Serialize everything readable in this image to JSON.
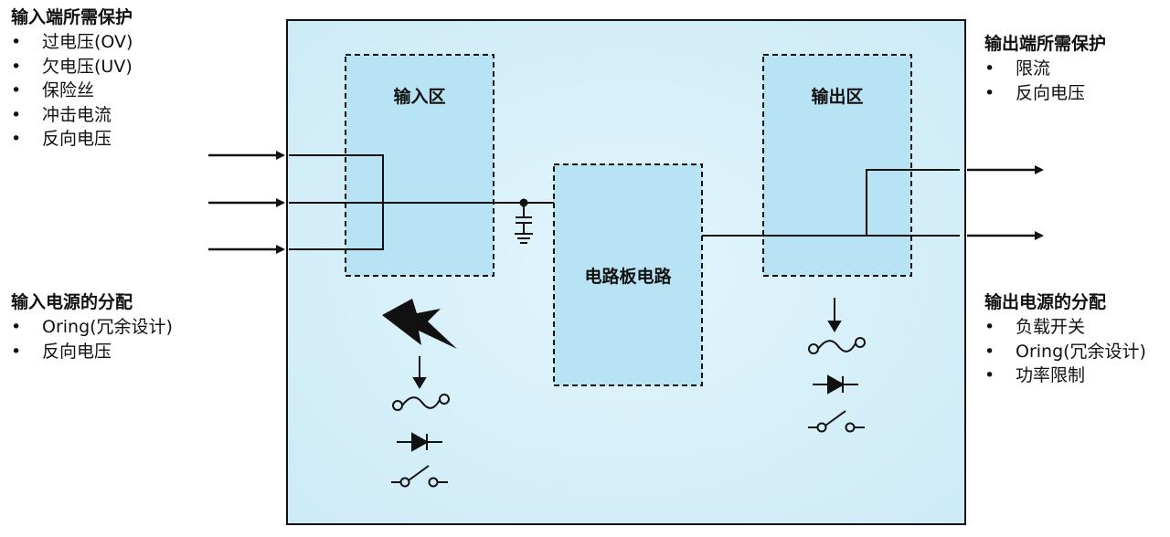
{
  "colors": {
    "board_fill": "#d8f0fa",
    "zone_fill": "#b5e2f4",
    "line": "#111111"
  },
  "input_protection": {
    "title": "输入端所需保护",
    "items": [
      "过电压(OV)",
      "欠电压(UV)",
      "保险丝",
      "冲击电流",
      "反向电压"
    ]
  },
  "input_distribution": {
    "title": "输入电源的分配",
    "items": [
      "Oring(冗余设计)",
      "反向电压"
    ]
  },
  "output_protection": {
    "title": "输出端所需保护",
    "items": [
      "限流",
      "反向电压"
    ]
  },
  "output_distribution": {
    "title": "输出电源的分配",
    "items": [
      "负载开关",
      "Oring(冗余设计)",
      "功率限制"
    ]
  },
  "zones": {
    "input": "输入区",
    "board": "电路板电路",
    "output": "输出区"
  },
  "icons": {
    "input": [
      "lightning-icon",
      "fuse-icon",
      "diode-icon",
      "switch-icon"
    ],
    "output": [
      "fuse-icon",
      "diode-icon",
      "switch-icon"
    ],
    "board": [
      "capacitor-icon",
      "ground-icon"
    ]
  }
}
